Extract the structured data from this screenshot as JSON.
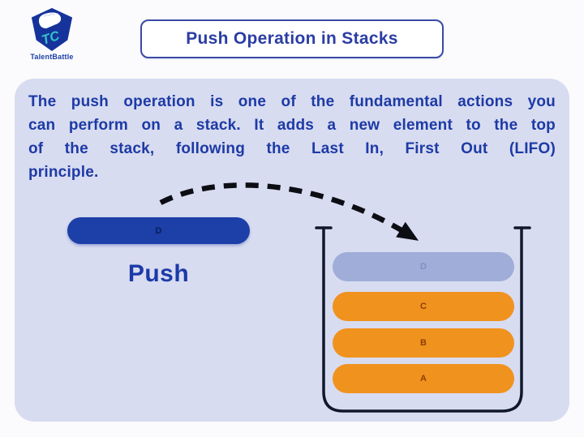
{
  "header": {
    "logo_text": "TalentBattle",
    "title": "Push Operation in Stacks"
  },
  "description": {
    "lines": [
      "The push operation is one of the fundamental actions you",
      "can perform on a stack. It adds a new element to the top",
      "of the stack, following the Last In, First Out (LIFO)",
      "principle."
    ]
  },
  "push_element": {
    "label": "D",
    "caption": "Push"
  },
  "stack": {
    "incoming_item": {
      "label": "D"
    },
    "items": [
      {
        "label": "C"
      },
      {
        "label": "B"
      },
      {
        "label": "A"
      }
    ]
  },
  "colors": {
    "accent_blue": "#1c3fa8",
    "text_blue": "#1d3aa6",
    "panel_bg": "#d8dcf0",
    "pill_orange": "#f0921e",
    "pill_orange_text": "#8d3f06",
    "pill_periwinkle": "#9fadd8",
    "arrow_black": "#10182c",
    "logo_teal": "#33c3c6"
  }
}
